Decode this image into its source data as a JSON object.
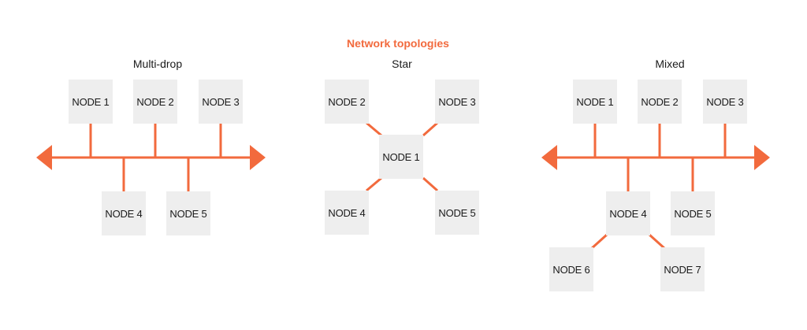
{
  "title": "Network topologies",
  "accent_color": "#f26a3d",
  "node_fill": "#eeeeee",
  "diagrams": {
    "multidrop": {
      "label": "Multi-drop",
      "nodes": [
        "NODE 1",
        "NODE 2",
        "NODE 3",
        "NODE 4",
        "NODE 5"
      ]
    },
    "star": {
      "label": "Star",
      "nodes": [
        "NODE 1",
        "NODE 2",
        "NODE 3",
        "NODE 4",
        "NODE 5"
      ]
    },
    "mixed": {
      "label": "Mixed",
      "nodes": [
        "NODE 1",
        "NODE 2",
        "NODE 3",
        "NODE 4",
        "NODE 5",
        "NODE 6",
        "NODE 7"
      ]
    }
  }
}
